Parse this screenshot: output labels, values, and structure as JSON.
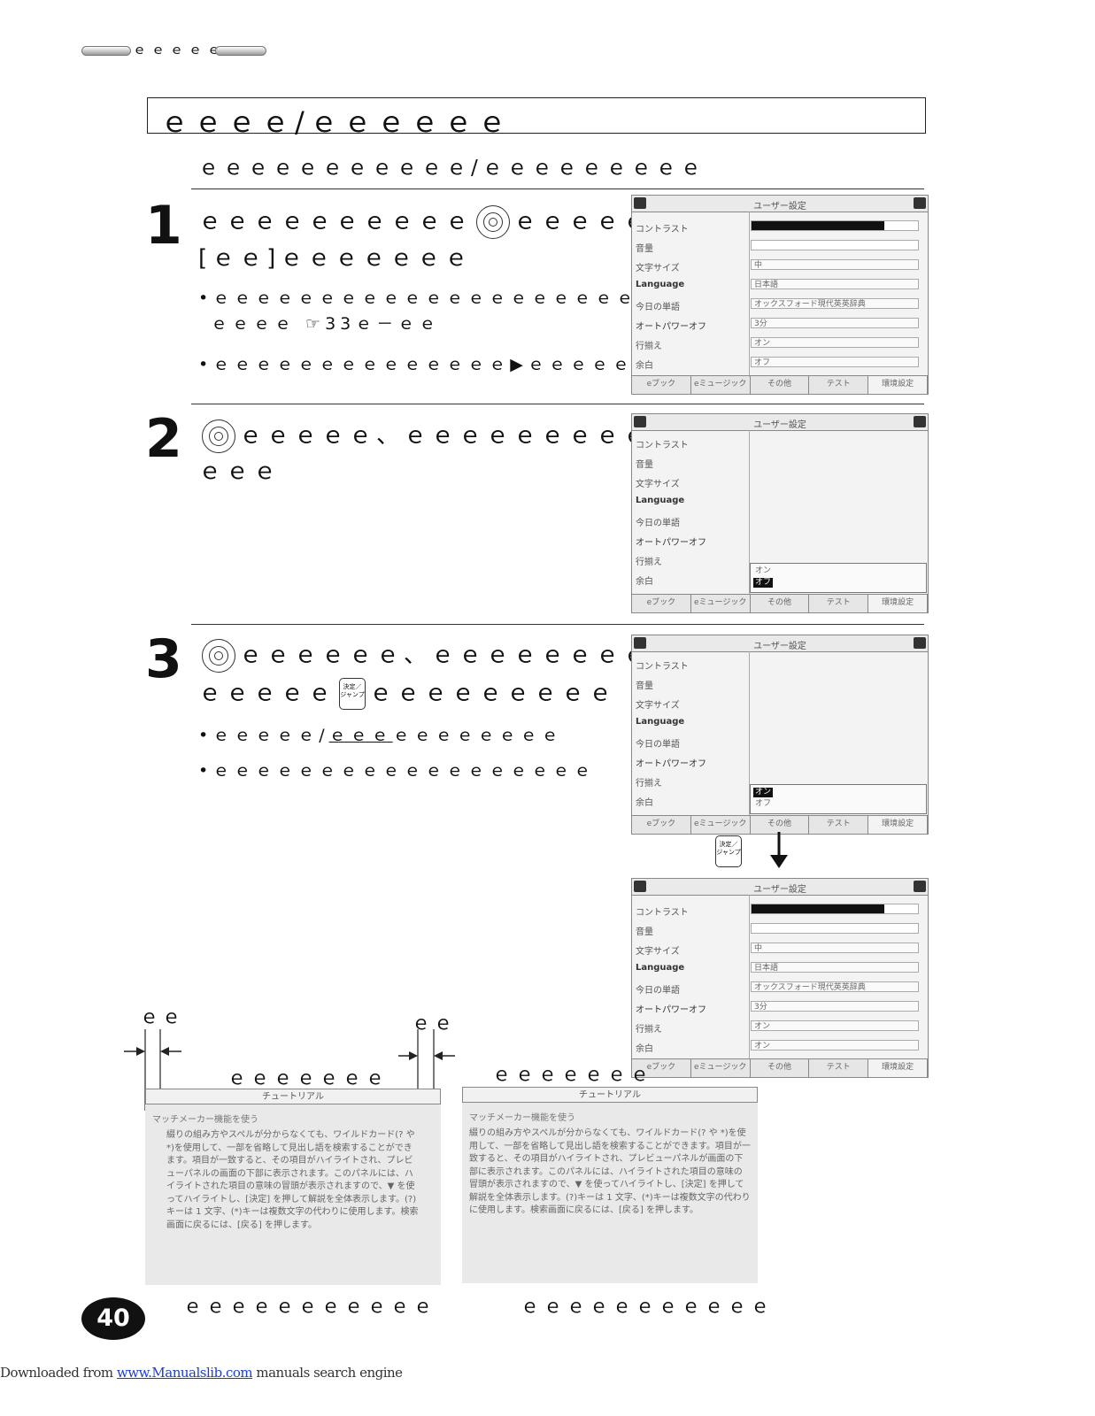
{
  "header": {
    "section_label": "ｅｅｅｅｅｅ"
  },
  "title": "ｅｅｅｅ/ｅｅｅｅｅｅ",
  "subtitle": "ｅｅｅｅｅｅｅｅｅｅｅ/ｅｅｅｅｅｅｅｅｅ",
  "steps": [
    {
      "number": "1",
      "line1_a": "ｅｅｅｅｅｅｅｅｅｅ",
      "line1_b": "ｅｅｅｅｅｅ",
      "line2": "[ｅｅ]ｅｅｅｅｅｅｅ",
      "bullet1_a": "•ｅｅｅｅｅｅｅｅｅｅｅｅｅｅｅｅｅｅｅｅｅｅｅｅ",
      "bullet1_b": "ｅｅｅｅ ☞33ｅ－ｅｅ",
      "bullet2_a": "•ｅｅｅｅｅｅｅｅｅｅｅｅｅｅ",
      "bullet2_arrow": "▶",
      "bullet2_b": "ｅｅｅｅｅｅｅｅ"
    },
    {
      "number": "2",
      "line1": "ｅｅｅｅｅ、ｅｅｅｅｅｅｅｅｅｅｅ",
      "line2": "ｅｅｅ"
    },
    {
      "number": "3",
      "line1": "ｅｅｅｅｅｅ、ｅｅｅｅｅｅｅｅｅｅ",
      "line2_a": "ｅｅｅｅｅ",
      "line2_b": "ｅｅｅｅｅｅｅｅｅ",
      "bullet1_a": "•ｅｅｅｅｅ/",
      "bullet1_u": "ｅｅｅ",
      "bullet1_b": "ｅｅｅｅｅｅｅｅ",
      "bullet2": "•ｅｅｅｅｅｅｅｅｅｅｅｅｅｅｅｅｅｅ"
    }
  ],
  "enter_key": {
    "line1": "決定／",
    "line2": "ジャンプ"
  },
  "device": {
    "title": "ユーザー設定",
    "labels": [
      "コントラスト",
      "音量",
      "文字サイズ",
      "Language",
      "今日の単語",
      "オートパワーオフ",
      "行揃え",
      "余白"
    ],
    "values": {
      "size": "中",
      "language": "日本語",
      "dict": "オックスフォード現代英英辞典",
      "power": "3分",
      "align": "オン",
      "margin_off": "オフ",
      "margin_on": "オン"
    },
    "contrast_level": 0.8,
    "popup_options": [
      "オン",
      "オフ"
    ],
    "tabs": [
      "eブック",
      "eミュージック",
      "その他",
      "テスト",
      "環境設定"
    ]
  },
  "diagram": {
    "left_label": "ｅｅ",
    "right_label": "ｅｅ"
  },
  "panels": [
    {
      "top_label": "ｅｅｅｅｅｅｅ",
      "caption": "ｅｅｅｅｅｅｅｅｅｅｅ"
    },
    {
      "top_label": "ｅｅｅｅｅｅｅ",
      "caption": "ｅｅｅｅｅｅｅｅｅｅｅ"
    }
  ],
  "preview": {
    "title": "チュートリアル",
    "subtitle": "マッチメーカー機能を使う",
    "text_left": "綴りの組み方やスペルが分からなくても、ワイルドカード(? や *)を使用して、一部を省略して見出し語を検索することができます。項目が一致すると、その項目がハイライトされ、プレビューパネルの画面の下部に表示されます。このパネルには、ハイライトされた項目の意味の冒頭が表示されますので、▼ を使ってハイライトし、[決定] を押して解説を全体表示します。(?)キーは 1 文字、(*)キーは複数文字の代わりに使用します。検索画面に戻るには、[戻る] を押します。",
    "text_right": "綴りの組み方やスペルが分からなくても、ワイルドカード(? や *)を使用して、一部を省略して見出し語を検索することができます。項目が一致すると、その項目がハイライトされ、プレビューパネルが画面の下部に表示されます。このパネルには、ハイライトされた項目の意味の冒頭が表示されますので、▼ を使ってハイライトし、[決定] を押して解説を全体表示します。(?)キーは 1 文字、(*)キーは複数文字の代わりに使用します。検索画面に戻るには、[戻る] を押します。"
  },
  "page_number": "40",
  "footer": {
    "prefix": "Downloaded from ",
    "link": "www.Manualslib.com",
    "suffix": " manuals search engine"
  }
}
